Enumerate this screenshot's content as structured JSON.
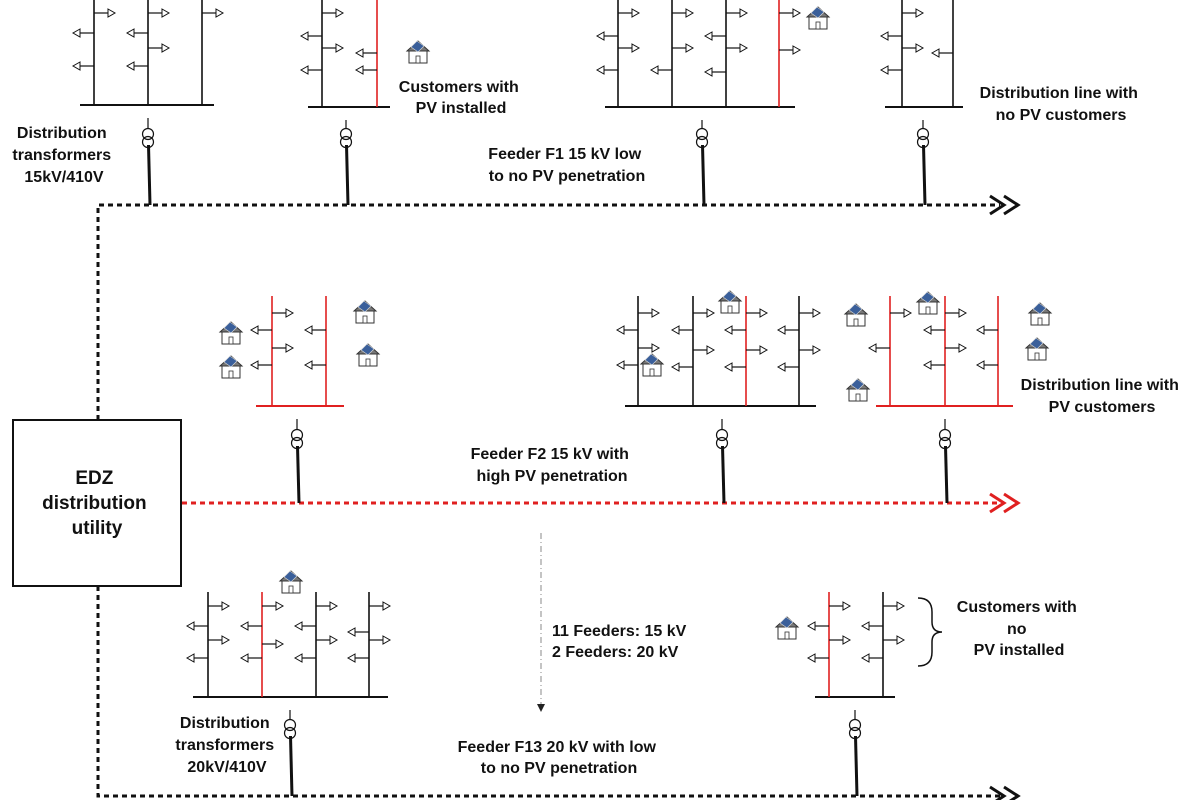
{
  "utility": {
    "lines": [
      "EDZ",
      "distribution",
      "utility"
    ]
  },
  "labels": {
    "dist_tx_15": [
      "Distribution",
      "transformers",
      "15kV/410V"
    ],
    "customers_pv": [
      "Customers with",
      "PV installed"
    ],
    "feeder_f1": [
      "Feeder F1 15 kV low",
      "to no PV penetration"
    ],
    "line_no_pv": [
      "Distribution line with",
      "no PV customers"
    ],
    "feeder_f2": [
      "Feeder F2 15 kV with",
      "high PV penetration"
    ],
    "line_pv": [
      "Distribution line with",
      "PV customers"
    ],
    "feeder_count": [
      "11 Feeders: 15 kV",
      "2 Feeders:  20 kV"
    ],
    "dist_tx_20": [
      "Distribution",
      "transformers",
      "20kV/410V"
    ],
    "feeder_f13": [
      "Feeder F13 20 kV with low",
      "to no PV penetration"
    ],
    "customers_no_pv": [
      "Customers with",
      "no",
      "PV installed"
    ]
  },
  "colors": {
    "normal": "#111111",
    "pv": "#e02020",
    "roof": "#777777",
    "panel": "#3a5f9a"
  },
  "icons": {
    "transformer": "transformer-icon",
    "pv_house": "pv-house-icon",
    "customer_arrow": "customer-arrow-icon"
  }
}
